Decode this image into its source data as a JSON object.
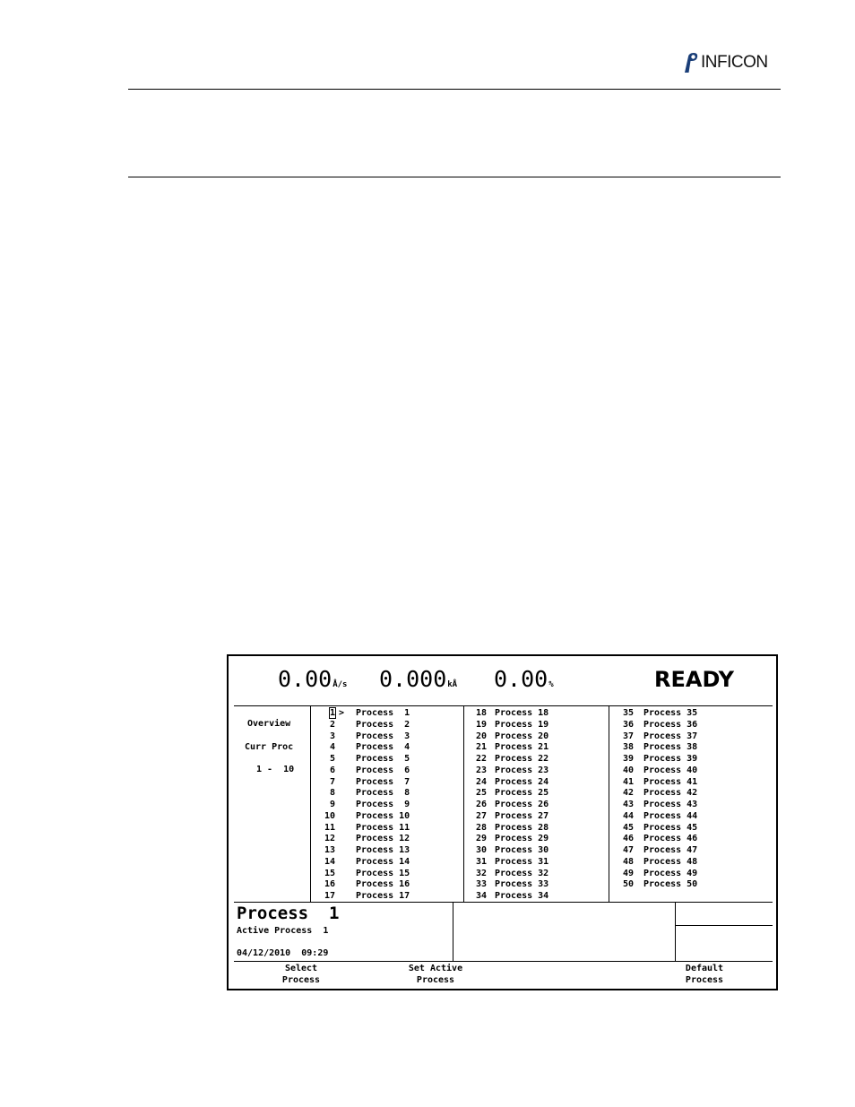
{
  "brand": {
    "logo_text": "INFICON"
  },
  "readouts": {
    "rate_value": "0.00",
    "rate_unit": "Å/s",
    "thickness_value": "0.000",
    "thickness_unit": "kÅ",
    "power_value": "0.00",
    "power_unit": "%",
    "status": "READY"
  },
  "sidebar": {
    "overview": "Overview",
    "curr_proc": "Curr Proc",
    "range": "1 -  10"
  },
  "process_list": {
    "cursor_marker": ">",
    "columns": [
      [
        {
          "num": "1",
          "name": "Process  1"
        },
        {
          "num": "2",
          "name": "Process  2"
        },
        {
          "num": "3",
          "name": "Process  3"
        },
        {
          "num": "4",
          "name": "Process  4"
        },
        {
          "num": "5",
          "name": "Process  5"
        },
        {
          "num": "6",
          "name": "Process  6"
        },
        {
          "num": "7",
          "name": "Process  7"
        },
        {
          "num": "8",
          "name": "Process  8"
        },
        {
          "num": "9",
          "name": "Process  9"
        },
        {
          "num": "10",
          "name": "Process 10"
        },
        {
          "num": "11",
          "name": "Process 11"
        },
        {
          "num": "12",
          "name": "Process 12"
        },
        {
          "num": "13",
          "name": "Process 13"
        },
        {
          "num": "14",
          "name": "Process 14"
        },
        {
          "num": "15",
          "name": "Process 15"
        },
        {
          "num": "16",
          "name": "Process 16"
        },
        {
          "num": "17",
          "name": "Process 17"
        }
      ],
      [
        {
          "num": "18",
          "name": "Process 18"
        },
        {
          "num": "19",
          "name": "Process 19"
        },
        {
          "num": "20",
          "name": "Process 20"
        },
        {
          "num": "21",
          "name": "Process 21"
        },
        {
          "num": "22",
          "name": "Process 22"
        },
        {
          "num": "23",
          "name": "Process 23"
        },
        {
          "num": "24",
          "name": "Process 24"
        },
        {
          "num": "25",
          "name": "Process 25"
        },
        {
          "num": "26",
          "name": "Process 26"
        },
        {
          "num": "27",
          "name": "Process 27"
        },
        {
          "num": "28",
          "name": "Process 28"
        },
        {
          "num": "29",
          "name": "Process 29"
        },
        {
          "num": "30",
          "name": "Process 30"
        },
        {
          "num": "31",
          "name": "Process 31"
        },
        {
          "num": "32",
          "name": "Process 32"
        },
        {
          "num": "33",
          "name": "Process 33"
        },
        {
          "num": "34",
          "name": "Process 34"
        }
      ],
      [
        {
          "num": "35",
          "name": "Process 35"
        },
        {
          "num": "36",
          "name": "Process 36"
        },
        {
          "num": "37",
          "name": "Process 37"
        },
        {
          "num": "38",
          "name": "Process 38"
        },
        {
          "num": "39",
          "name": "Process 39"
        },
        {
          "num": "40",
          "name": "Process 40"
        },
        {
          "num": "41",
          "name": "Process 41"
        },
        {
          "num": "42",
          "name": "Process 42"
        },
        {
          "num": "43",
          "name": "Process 43"
        },
        {
          "num": "44",
          "name": "Process 44"
        },
        {
          "num": "45",
          "name": "Process 45"
        },
        {
          "num": "46",
          "name": "Process 46"
        },
        {
          "num": "47",
          "name": "Process 47"
        },
        {
          "num": "48",
          "name": "Process 48"
        },
        {
          "num": "49",
          "name": "Process 49"
        },
        {
          "num": "50",
          "name": "Process 50"
        }
      ]
    ]
  },
  "current": {
    "title": "Process  1",
    "active_label": "Active Process",
    "active_value": "1",
    "date": "04/12/2010",
    "time": "09:29"
  },
  "softkeys": {
    "key1_line1": "Select",
    "key1_line2": "Process",
    "key2_line1": "Set Active",
    "key2_line2": "Process",
    "key4_line1": "Default",
    "key4_line2": "Process"
  }
}
